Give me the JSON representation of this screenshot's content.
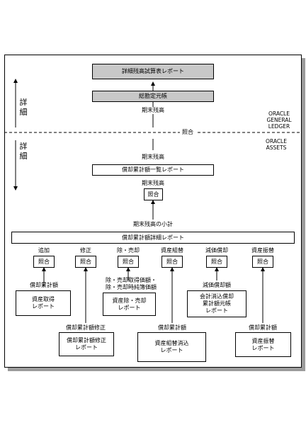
{
  "boxes": {
    "ledger_report": "詳細残高試算表レポート",
    "general_ledger": "総勘定元帳",
    "deprn_summary": "償却累計額一覧レポート",
    "deprn_detail": "償却累計額詳細レポート",
    "asset_additions": "資産取得\nレポート",
    "deprn_adjustment": "償却累計額修正\nレポート",
    "asset_retirements": "資産除・売却\nレポート",
    "reclass": "資産組替消込\nレポート",
    "cost_deprn_ledger": "会計消込償却\n累計額元帳\nレポート",
    "transfers": "資産振替\nレポート"
  },
  "labels": {
    "ending_balance_1": "期末残高",
    "ending_balance_2": "期末残高",
    "ending_balance_3": "期末残高",
    "ending_balance_subtotal": "期末残高の小計",
    "reconcile": "照合",
    "col_additions": "追加",
    "col_adjustments": "修正",
    "col_retirements": "除・売却",
    "col_reclass": "資産組替",
    "col_deprn": "減価償却",
    "col_transfers": "資産振替",
    "deprn_reserve_1": "償却累計額",
    "deprn_reserve_adj": "償却累計額修正",
    "retire_amounts": "除・売却取得価額・\n除・売却時純簿価額",
    "deprn_reserve_2": "償却累計額",
    "deprn_expense": "減価償却額",
    "deprn_reserve_3": "償却累計額",
    "side_detail_top": "詳\n細",
    "side_detail_bottom": "詳\n細",
    "oracle_gl": "ORACLE\nGENERAL\nLEDGER",
    "oracle_assets": "ORACLE\nASSETS"
  }
}
